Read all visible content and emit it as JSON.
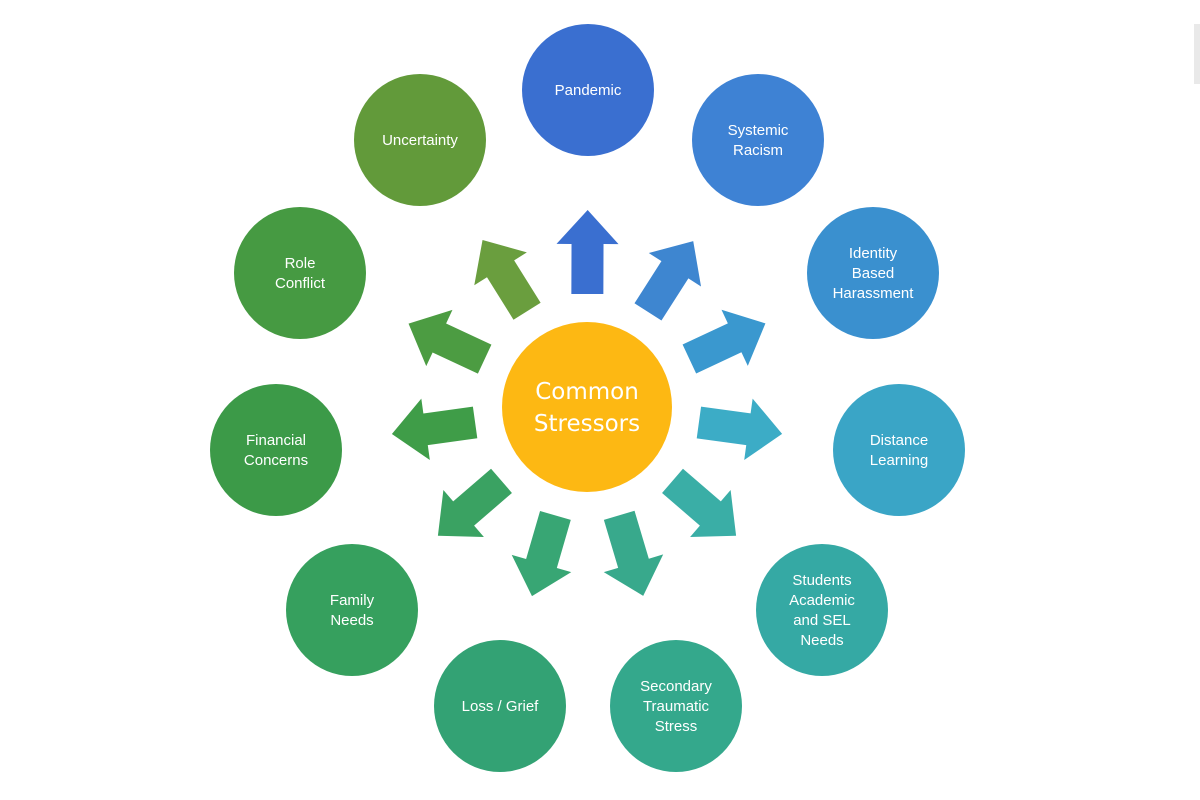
{
  "center": {
    "lines": [
      "Common",
      "Stressors"
    ],
    "color": "#fdb813"
  },
  "nodes": [
    {
      "id": "pandemic",
      "lines": [
        "Pandemic"
      ],
      "color": "#3a6fd0",
      "arrow_color": "#3a6fd0"
    },
    {
      "id": "systemic-racism",
      "lines": [
        "Systemic",
        "Racism"
      ],
      "color": "#3e82d4",
      "arrow_color": "#3e86d0"
    },
    {
      "id": "identity-based-harassment",
      "lines": [
        "Identity",
        "Based",
        "Harassment"
      ],
      "color": "#3a90cf",
      "arrow_color": "#3a98cf"
    },
    {
      "id": "distance-learning",
      "lines": [
        "Distance",
        "Learning"
      ],
      "color": "#3aa5c6",
      "arrow_color": "#3cacc6"
    },
    {
      "id": "students-academic-sel-needs",
      "lines": [
        "Students",
        "Academic",
        "and SEL",
        "Needs"
      ],
      "color": "#35a9a4",
      "arrow_color": "#3aaea6"
    },
    {
      "id": "secondary-traumatic-stress",
      "lines": [
        "Secondary",
        "Traumatic",
        "Stress"
      ],
      "color": "#34a88c",
      "arrow_color": "#38a98c"
    },
    {
      "id": "loss-grief",
      "lines": [
        "Loss / Grief"
      ],
      "color": "#33a274",
      "arrow_color": "#38a674"
    },
    {
      "id": "family-needs",
      "lines": [
        "Family",
        "Needs"
      ],
      "color": "#36a05e",
      "arrow_color": "#3aa262"
    },
    {
      "id": "financial-concerns",
      "lines": [
        "Financial",
        "Concerns"
      ],
      "color": "#3c9a48",
      "arrow_color": "#3f9d48"
    },
    {
      "id": "role-conflict",
      "lines": [
        "Role",
        "Conflict"
      ],
      "color": "#469a42",
      "arrow_color": "#4c9c42"
    },
    {
      "id": "uncertainty",
      "lines": [
        "Uncertainty"
      ],
      "color": "#629a3a",
      "arrow_color": "#6a9e3e"
    }
  ]
}
